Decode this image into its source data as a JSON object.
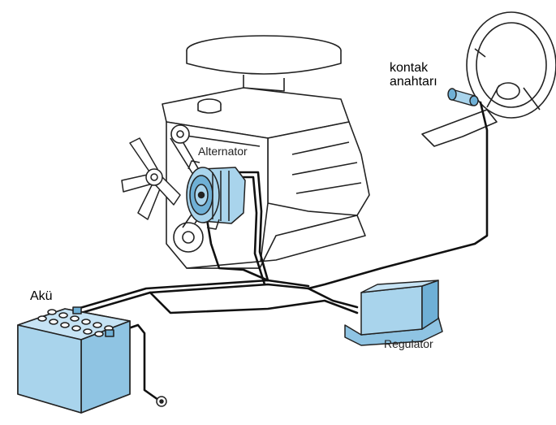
{
  "labels": {
    "ignition_switch_line1": "kontak",
    "ignition_switch_line2": "anahtarı",
    "alternator": "Alternator",
    "battery": "Akü",
    "regulator": "Regulator"
  },
  "colors": {
    "component_fill": "#a9d4ec",
    "component_shade": "#6fb0d6",
    "wire": "#111111",
    "outline": "#222222",
    "background": "#ffffff"
  },
  "icons": [
    "engine-block-icon",
    "fan-icon",
    "alternator-icon",
    "battery-icon",
    "regulator-icon",
    "steering-wheel-icon",
    "ignition-switch-icon",
    "ground-terminal-icon"
  ]
}
